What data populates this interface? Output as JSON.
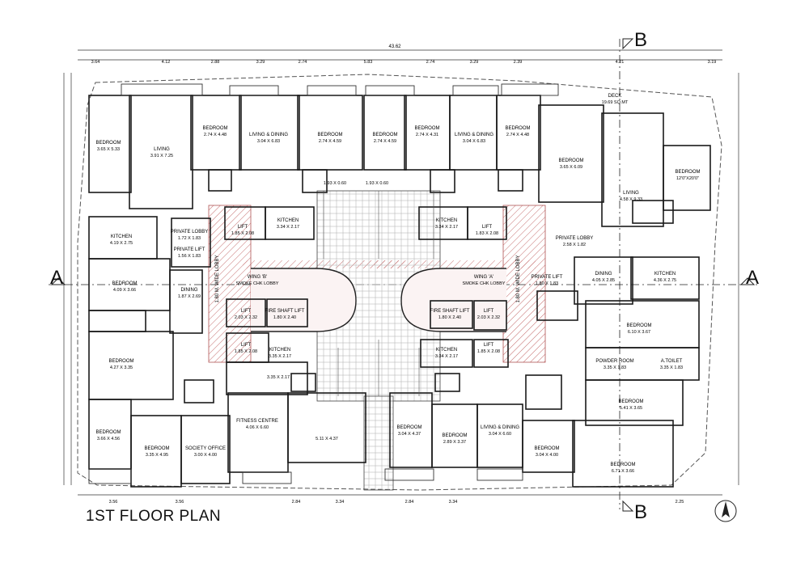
{
  "title": "1ST FLOOR PLAN",
  "section_markers": {
    "a_left": "A",
    "a_right": "A",
    "b_top": "B",
    "b_bottom": "B"
  },
  "overall_dimension": "43.62",
  "top_dimensions": [
    "3.64",
    "4.12",
    "2.88",
    "3.29",
    "2.74",
    "5.83",
    "2.74",
    "3.29",
    "2.39",
    "4.21",
    "3.19"
  ],
  "bottom_dimensions": [
    "3.56",
    "3.56",
    "2.84",
    "3.34",
    "2.84",
    "3.34",
    "2.25"
  ],
  "rooms": [
    {
      "name": "BEDROOM",
      "size": "3.65 X 5.33"
    },
    {
      "name": "LIVING",
      "size": "3.91 X 7.25"
    },
    {
      "name": "BEDROOM",
      "size": "2.74 X 4.48"
    },
    {
      "name": "LIVING & DINING",
      "size": "3.04 X 6.83"
    },
    {
      "name": "BEDROOM",
      "size": "2.74 X 4.59"
    },
    {
      "name": "BEDROOM",
      "size": "2.74 X 4.59"
    },
    {
      "name": "BEDROOM",
      "size": "2.74 X 4.31"
    },
    {
      "name": "LIVING & DINING",
      "size": "3.04 X 6.83"
    },
    {
      "name": "BEDROOM",
      "size": "2.74 X 4.48"
    },
    {
      "name": "BEDROOM",
      "size": "3.65 X 6.09"
    },
    {
      "name": "LIVING",
      "size": "4.58 X 9.33"
    },
    {
      "name": "BEDROOM",
      "size": "12'0\"X20'0\""
    },
    {
      "name": "KITCHEN",
      "size": "4.19 X 2.75"
    },
    {
      "name": "KITCHEN",
      "size": "3.34 X 2.17"
    },
    {
      "name": "KITCHEN",
      "size": "3.34 X 2.17"
    },
    {
      "name": "BEDROOM",
      "size": "4.09 X 3.66"
    },
    {
      "name": "DINING",
      "size": "4.05 X 2.85"
    },
    {
      "name": "KITCHEN",
      "size": "4.36 X 2.75"
    },
    {
      "name": "BEDROOM",
      "size": "6.10 X 3.67"
    },
    {
      "name": "BEDROOM",
      "size": "4.27 X 3.35"
    },
    {
      "name": "KITCHEN",
      "size": "3.35 X 2.17"
    },
    {
      "name": "KITCHEN",
      "size": "3.34 X 2.17"
    },
    {
      "name": "BEDROOM",
      "size": "5.41 X 3.65"
    },
    {
      "name": "FITNESS CENTRE",
      "size": "4.06 X 6.60"
    },
    {
      "name": "",
      "size": "5.11 X 4.37"
    },
    {
      "name": "BEDROOM",
      "size": "3.04 X 4.37"
    },
    {
      "name": "BEDROOM",
      "size": "2.89 X 3.37"
    },
    {
      "name": "LIVING & DINING",
      "size": "3.04 X 6.60"
    },
    {
      "name": "BEDROOM",
      "size": "3.66 X 4.56"
    },
    {
      "name": "BEDROOM",
      "size": "3.35 X 4.95"
    },
    {
      "name": "SOCIETY OFFICE",
      "size": "3.00 X 4.00"
    },
    {
      "name": "BEDROOM",
      "size": "3.04 X 4.00"
    },
    {
      "name": "BEDROOM",
      "size": "6.71 X 3.66"
    },
    {
      "name": "DECK",
      "size": "19.69 SQ.MT"
    },
    {
      "name": "DINING",
      "size": "1.87 X 2.69"
    },
    {
      "name": "POWDER ROOM",
      "size": "3.35 X 1.83"
    },
    {
      "name": "A.TOILET",
      "size": "3.35 X 1.83"
    },
    {
      "name": "PRIVATE LOBBY",
      "size": "1.72 X 1.83"
    },
    {
      "name": "PRIVATE LIFT",
      "size": "1.56 X 1.83"
    },
    {
      "name": "PRIVATE LIFT",
      "size": "1.80 X 1.83"
    },
    {
      "name": "PRIVATE LOBBY",
      "size": "2.58 X 1.82"
    },
    {
      "name": "WING 'B'",
      "size": "SMOKE CHK LOBBY"
    },
    {
      "name": "WING 'A'",
      "size": "SMOKE CHK LOBBY"
    },
    {
      "name": "LIFT",
      "size": "1.85 X 2.08"
    },
    {
      "name": "LIFT",
      "size": "1.83 X 2.08"
    },
    {
      "name": "LIFT",
      "size": "2.03 X 2.32"
    },
    {
      "name": "LIFT",
      "size": "2.03 X 2.32"
    },
    {
      "name": "FIRE SHAFT LIFT",
      "size": "1.80 X 2.40"
    },
    {
      "name": "FIRE SHAFT LIFT",
      "size": "1.80 X 2.40"
    },
    {
      "name": "LIFT",
      "size": "1.85 X 2.08"
    },
    {
      "name": "LIFT",
      "size": "1.85 X 2.08"
    },
    {
      "name": "",
      "size": "3.35 X 2.17"
    },
    {
      "name": "",
      "size": "1.93 X 0.60"
    },
    {
      "name": "",
      "size": "1.93 X 0.60"
    }
  ],
  "lobby_labels": [
    "1.80 M. WIDE LOBBY",
    "1.80 M. WIDE LOBBY"
  ]
}
